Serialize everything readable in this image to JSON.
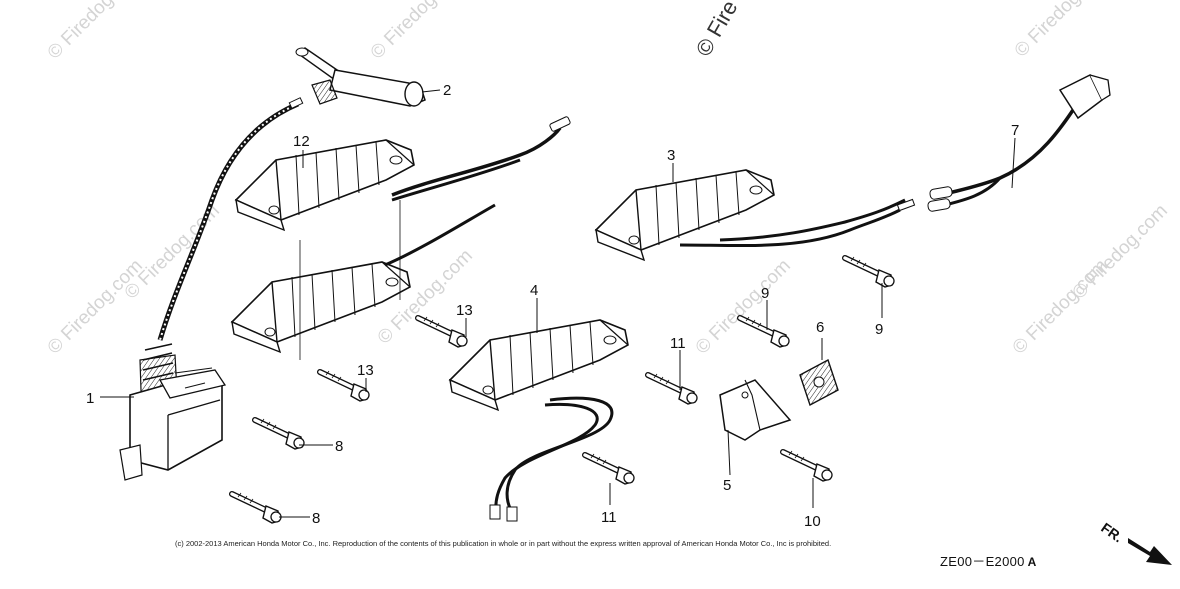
{
  "watermarks": [
    "© Firedog.com",
    "© Firedog.com",
    "© Fire",
    "© Firedog.com",
    "© Firedog.com",
    "© Firedog.com",
    "© Firedog.com",
    "© Firedog.com",
    "© Firedog.com",
    "© Firedog.com"
  ],
  "callouts": [
    "1",
    "2",
    "3",
    "4",
    "5",
    "6",
    "7",
    "8",
    "8",
    "9",
    "9",
    "10",
    "11",
    "11",
    "12",
    "13",
    "13"
  ],
  "copyright": "(c) 2002-2013 American Honda Motor Co., Inc. Reproduction of the contents of this publication in whole or in part without the express written approval of American Honda Motor Co., Inc is prohibited.",
  "diagram_code": "ZE00－E2000",
  "diagram_code_suffix": "A",
  "front_indicator": "FR.",
  "parts": [
    "ignition-coil",
    "spark-plug-cap",
    "charge-coil",
    "charge-coil",
    "exciter-bracket",
    "grommet",
    "plug-cord",
    "bolt",
    "bolt",
    "bolt",
    "bolt",
    "bolt",
    "bolt",
    "pulser-coil",
    "bolt",
    "bolt"
  ]
}
